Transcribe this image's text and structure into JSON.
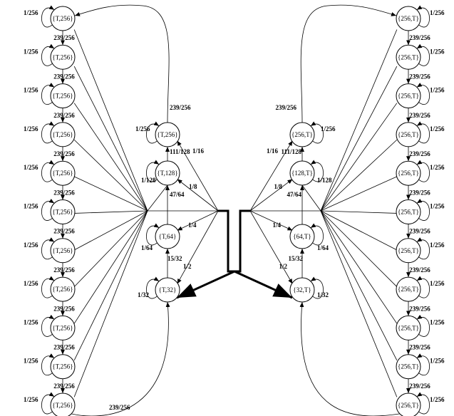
{
  "colors": {
    "stroke": "#000000",
    "background": "#ffffff"
  },
  "left_chain": {
    "state_label": "{T,256}",
    "self_loop_label": "1/256",
    "down_label": "239/256",
    "count": 11
  },
  "right_chain": {
    "state_label": "{256,T}",
    "self_loop_label": "1/256",
    "down_label": "239/256",
    "count": 11
  },
  "left_mid": {
    "states": [
      "{T,256}",
      "{T,128}",
      "{T,64}",
      "{T,32}"
    ],
    "self_loops": [
      "1/256",
      "1/128",
      "1/64",
      "1/32"
    ],
    "up_labels": [
      "111/128",
      "47/64",
      "15/32"
    ],
    "entry_labels": [
      "1/16",
      "1/8",
      "1/4",
      "1/2"
    ],
    "feedback_top": "239/256",
    "feedback_bottom": "239/256"
  },
  "right_mid": {
    "states": [
      "{256,T}",
      "{128,T}",
      "{64,T}",
      "{32,T}"
    ],
    "self_loops": [
      "1/256",
      "1/128",
      "1/64",
      "1/32"
    ],
    "up_labels": [
      "111/128",
      "47/64",
      "15/32"
    ],
    "entry_labels": [
      "1/16",
      "1/8",
      "1/4",
      "1/2"
    ],
    "feedback_top": "239/256"
  }
}
